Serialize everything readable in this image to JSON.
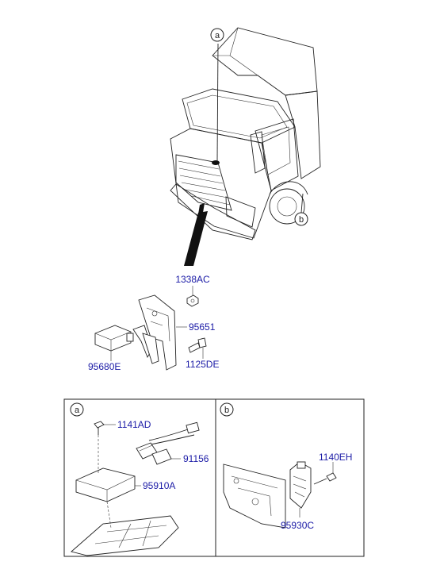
{
  "callouts": {
    "a": "a",
    "b": "b"
  },
  "part_numbers": {
    "p1338AC": "1338AC",
    "p95651": "95651",
    "p95680E": "95680E",
    "p1125DE": "1125DE",
    "p1141AD": "1141AD",
    "p91156": "91156",
    "p95910A": "95910A",
    "p1140EH": "1140EH",
    "p95930C": "95930C"
  },
  "detail_panels": {
    "a_title": "a",
    "b_title": "b"
  }
}
